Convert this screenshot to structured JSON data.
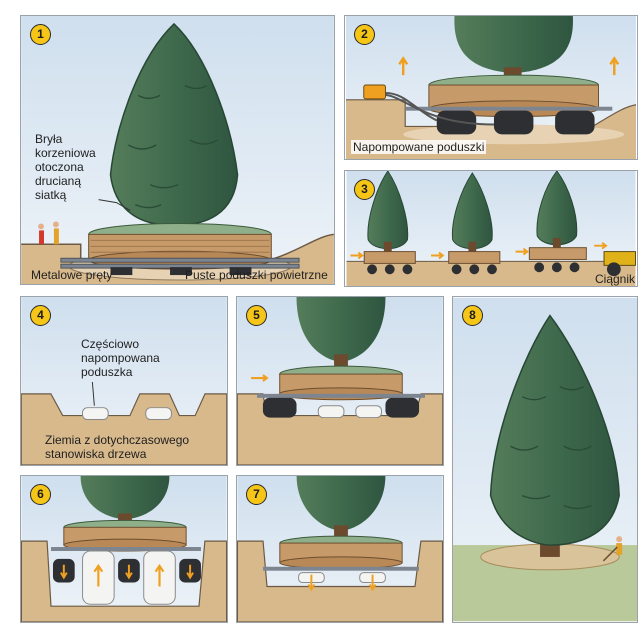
{
  "steps": [
    "1",
    "2",
    "3",
    "4",
    "5",
    "6",
    "7",
    "8"
  ],
  "labels": {
    "root_ball": [
      "Bryła",
      "korzeniowa",
      "otoczona",
      "drucianą",
      "siatką"
    ],
    "metal_rods": "Metalowe pręty",
    "empty_airbags": "Puste poduszki powietrzne",
    "inflated_airbags": "Napompowane poduszki",
    "tractor": "Ciągnik",
    "partially_inflated": [
      "Częściowo",
      "napompowana",
      "poduszka"
    ],
    "soil_origin": [
      "Ziemia z dotychczasowego",
      "stanowiska drzewa"
    ]
  },
  "colors": {
    "sky": "#dfe9f3",
    "soil": "#d8b98c",
    "foliage": "#3f6a4c",
    "rootball": "#c79a6a",
    "badge": "#f5c518",
    "arrow": "#f0a020",
    "grass": "#b9c99a"
  }
}
